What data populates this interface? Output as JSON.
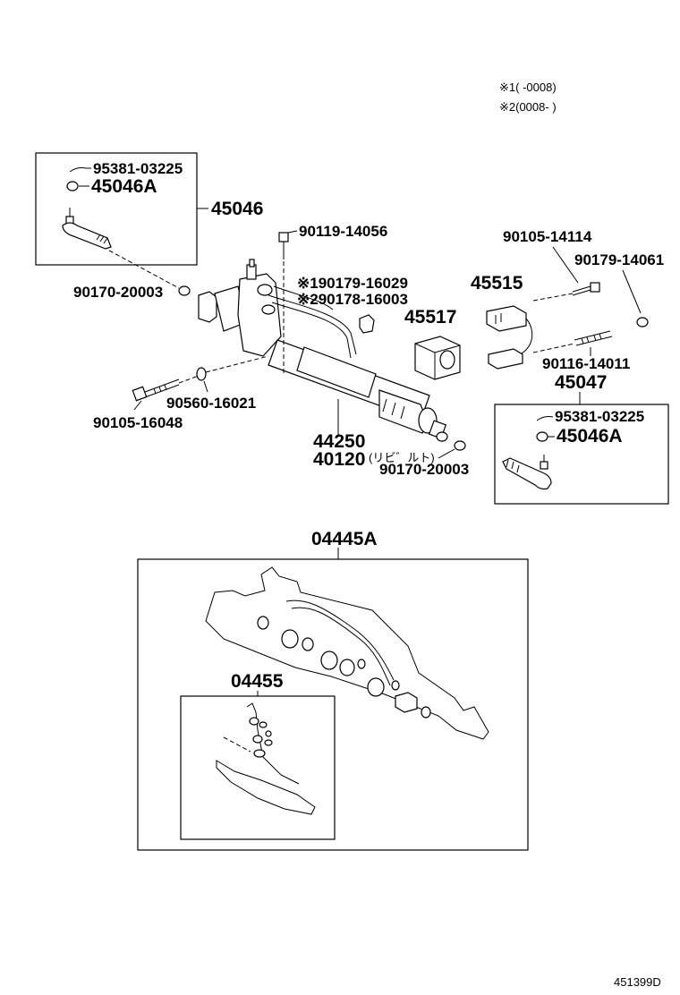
{
  "notes": {
    "note1": "※1(      -0008)",
    "note2": "※2(0008-      )"
  },
  "parts": {
    "p95381_top": "95381-03225",
    "p45046A_top": "45046A",
    "p45046": "45046",
    "p90119": "90119-14056",
    "p90170_left": "90170-20003",
    "p90179_16029": "※190179-16029",
    "p90178": "※290178-16003",
    "p45517": "45517",
    "p90560": "90560-16021",
    "p90105_16048": "90105-16048",
    "p44250": "44250",
    "p40120": "40120",
    "p40120_note": "(リビ゛ルト)",
    "p90170_right": "90170-20003",
    "p90105_14114": "90105-14114",
    "p90179_14061": "90179-14061",
    "p45515": "45515",
    "p90116": "90116-14011",
    "p45047": "45047",
    "p95381_bot": "95381-03225",
    "p45046A_bot": "45046A",
    "p04445A": "04445A",
    "p04455": "04455"
  },
  "footer": {
    "diagram_id": "451399D"
  }
}
